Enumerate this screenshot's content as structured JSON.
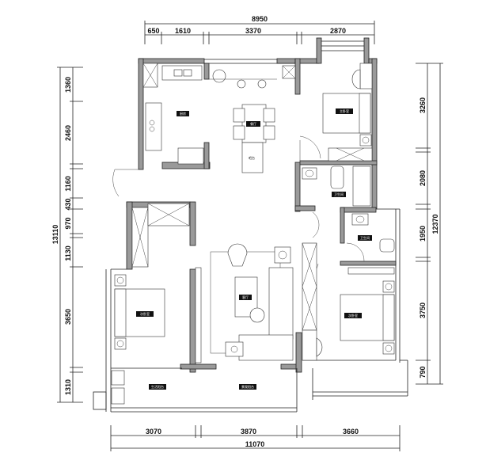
{
  "plan": {
    "top_dimensions": {
      "total": "8950",
      "segments": [
        "650",
        "1610",
        "3370",
        "2870"
      ]
    },
    "left_dimensions": {
      "total": "13110",
      "segments": [
        "1360",
        "2460",
        "1160",
        "430",
        "970",
        "1130",
        "3650",
        "1310"
      ]
    },
    "right_dimensions": {
      "total": "12370",
      "segments": [
        "3260",
        "2080",
        "1950",
        "3750",
        "790"
      ]
    },
    "bottom_dimensions": {
      "total": "11070",
      "segments": [
        "3070",
        "3870",
        "3660"
      ]
    },
    "rooms": [
      {
        "label": "厨房"
      },
      {
        "label": "餐厅"
      },
      {
        "label": "吧台"
      },
      {
        "label": "主卧室"
      },
      {
        "label": "卫生间"
      },
      {
        "label": "卫生间"
      },
      {
        "label": "次卧室"
      },
      {
        "label": "客厅"
      },
      {
        "label": "次卧室"
      },
      {
        "label": "生活阳台"
      },
      {
        "label": "景观阳台"
      }
    ]
  }
}
